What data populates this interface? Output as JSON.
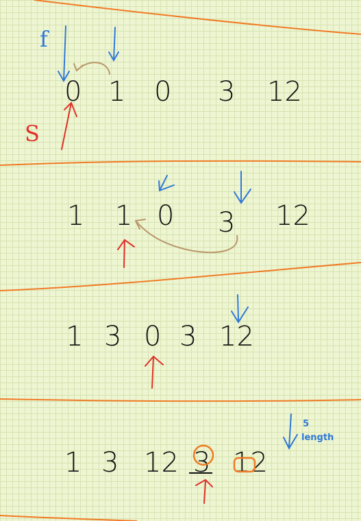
{
  "colors": {
    "divider": "#f07a24",
    "pointer_fast": "#2f78d6",
    "pointer_slow": "#e0302a",
    "swap_arc": "#b8966a",
    "ink": "#111111",
    "highlight": "#f07a24"
  },
  "labels": {
    "fast": "f",
    "slow": "S"
  },
  "steps": [
    {
      "values": [
        "0",
        "1",
        "0",
        "3",
        "12"
      ]
    },
    {
      "values": [
        "1",
        "1",
        "0",
        "3",
        "12"
      ]
    },
    {
      "values": [
        "1",
        "3",
        "0",
        "3",
        "12"
      ]
    },
    {
      "values": [
        "1",
        "3",
        "12",
        "3",
        "12"
      ]
    }
  ],
  "annotation": {
    "count": "5",
    "word": "length"
  }
}
